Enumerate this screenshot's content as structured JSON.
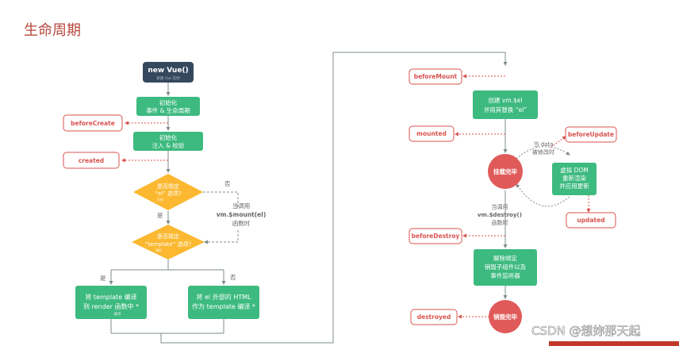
{
  "title": "生命周期",
  "start": {
    "label": "new Vue()",
    "sub": "新建 Vue 实例"
  },
  "init_events": {
    "line1": "初始化",
    "line2": "事件 & 生命周期"
  },
  "init_inject": {
    "line1": "初始化",
    "line2": "注入 & 校验"
  },
  "decision_el": {
    "line1": "是否指定",
    "line2": "“el” 选项?",
    "sub": "否则"
  },
  "decision_template": {
    "line1": "是否指定",
    "line2": "“template” 选项?",
    "sub": "模板"
  },
  "labels": {
    "no1": "否",
    "yes1": "是",
    "yes2": "是",
    "no2": "否"
  },
  "mount_note": {
    "line1": "当调用",
    "line2": "vm.$mount(el)",
    "line3": "函数时"
  },
  "compile_template": {
    "line1": "将 template 编译",
    "line2": "到 render 函数中 *",
    "sub": "编译"
  },
  "compile_html": {
    "line1": "将 el 外部的 HTML",
    "line2": "作为 template 编译 *"
  },
  "hooks": {
    "beforeCreate": "beforeCreate",
    "created": "created",
    "beforeMount": "beforeMount",
    "mounted": "mounted",
    "beforeUpdate": "beforeUpdate",
    "updated": "updated",
    "beforeDestroy": "beforeDestroy",
    "destroyed": "destroyed"
  },
  "create_el": {
    "line1": "创建 vm.$el",
    "line2": "并用其替换 “el”"
  },
  "mounted_state": "挂载完毕",
  "data_change": {
    "line1": "当 data",
    "line2": "被修改时"
  },
  "rerender": {
    "line1": "虚拟 DOM",
    "line2": "重新渲染",
    "line3": "并应用更新"
  },
  "destroy_note": {
    "line1": "当调用",
    "line2": "vm.$destroy()",
    "line3": "函数时"
  },
  "teardown": {
    "line1": "解除绑定",
    "line2": "销毁子组件以及",
    "line3": "事件监听器"
  },
  "destroyed_state": "销毁完毕",
  "watermark": "CSDN @想妳那天起",
  "colors": {
    "title": "#b5463c",
    "green": "#3dba7f",
    "dark": "#35495e",
    "yellow": "#fbb830",
    "red_circle": "#e05a5a",
    "hook_red": "#d9534f",
    "line": "#7f8c8d"
  }
}
